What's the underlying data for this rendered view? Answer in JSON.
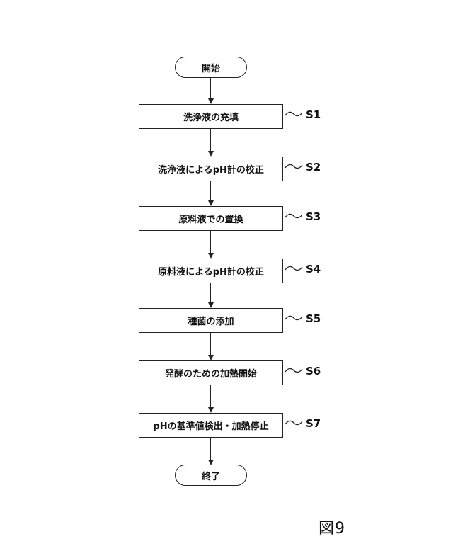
{
  "flowchart": {
    "start": "開始",
    "end": "終了",
    "steps": [
      {
        "text": "洗浄液の充填",
        "label": "S1"
      },
      {
        "text": "洗浄液によるpH計の校正",
        "label": "S2"
      },
      {
        "text": "原料液での置換",
        "label": "S3"
      },
      {
        "text": "原料液によるpH計の校正",
        "label": "S4"
      },
      {
        "text": "種菌の添加",
        "label": "S5"
      },
      {
        "text": "発酵のための加熱開始",
        "label": "S6"
      },
      {
        "text": "pHの基準値検出・加熱停止",
        "label": "S7"
      }
    ]
  },
  "figure_label": "図9"
}
